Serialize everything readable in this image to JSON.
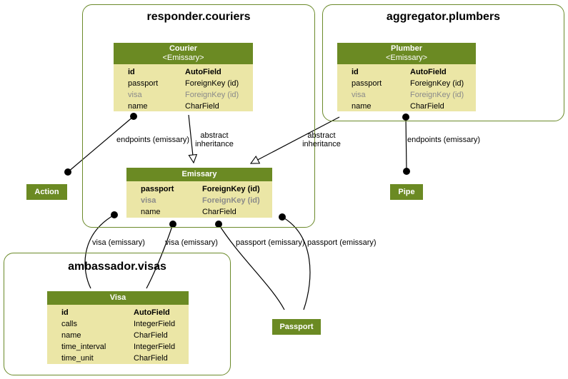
{
  "clusters": {
    "couriers": "responder.couriers",
    "plumbers": "aggregator.plumbers",
    "visas": "ambassador.visas"
  },
  "models": {
    "courier": {
      "name": "Courier",
      "parent": "<Emissary>",
      "fields": [
        {
          "name": "id",
          "type": "AutoField"
        },
        {
          "name": "passport",
          "type": "ForeignKey (id)"
        },
        {
          "name": "visa",
          "type": "ForeignKey (id)"
        },
        {
          "name": "name",
          "type": "CharField"
        }
      ]
    },
    "plumber": {
      "name": "Plumber",
      "parent": "<Emissary>",
      "fields": [
        {
          "name": "id",
          "type": "AutoField"
        },
        {
          "name": "passport",
          "type": "ForeignKey (id)"
        },
        {
          "name": "visa",
          "type": "ForeignKey (id)"
        },
        {
          "name": "name",
          "type": "CharField"
        }
      ]
    },
    "emissary": {
      "name": "Emissary",
      "fields": [
        {
          "name": "passport",
          "type": "ForeignKey (id)"
        },
        {
          "name": "visa",
          "type": "ForeignKey (id)"
        },
        {
          "name": "name",
          "type": "CharField"
        }
      ]
    },
    "visa": {
      "name": "Visa",
      "fields": [
        {
          "name": "id",
          "type": "AutoField"
        },
        {
          "name": "calls",
          "type": "IntegerField"
        },
        {
          "name": "name",
          "type": "CharField"
        },
        {
          "name": "time_interval",
          "type": "IntegerField"
        },
        {
          "name": "time_unit",
          "type": "CharField"
        }
      ]
    }
  },
  "external_models": {
    "action": "Action",
    "pipe": "Pipe",
    "passport": "Passport"
  },
  "edge_labels": {
    "courier_endpoints": "endpoints (emissary)",
    "courier_inherit": "abstract\ninheritance",
    "plumber_inherit": "abstract\ninheritance",
    "plumber_endpoints": "endpoints (emissary)",
    "visa_left": "visa (emissary)",
    "visa_right": "visa (emissary)",
    "passport_left": "passport (emissary)",
    "passport_right": "passport (emissary)"
  },
  "colors": {
    "header": "#6b8a23",
    "body": "#ebe6a6",
    "cluster_border": "#6b8a2a",
    "muted_text": "#8a8a8a"
  }
}
